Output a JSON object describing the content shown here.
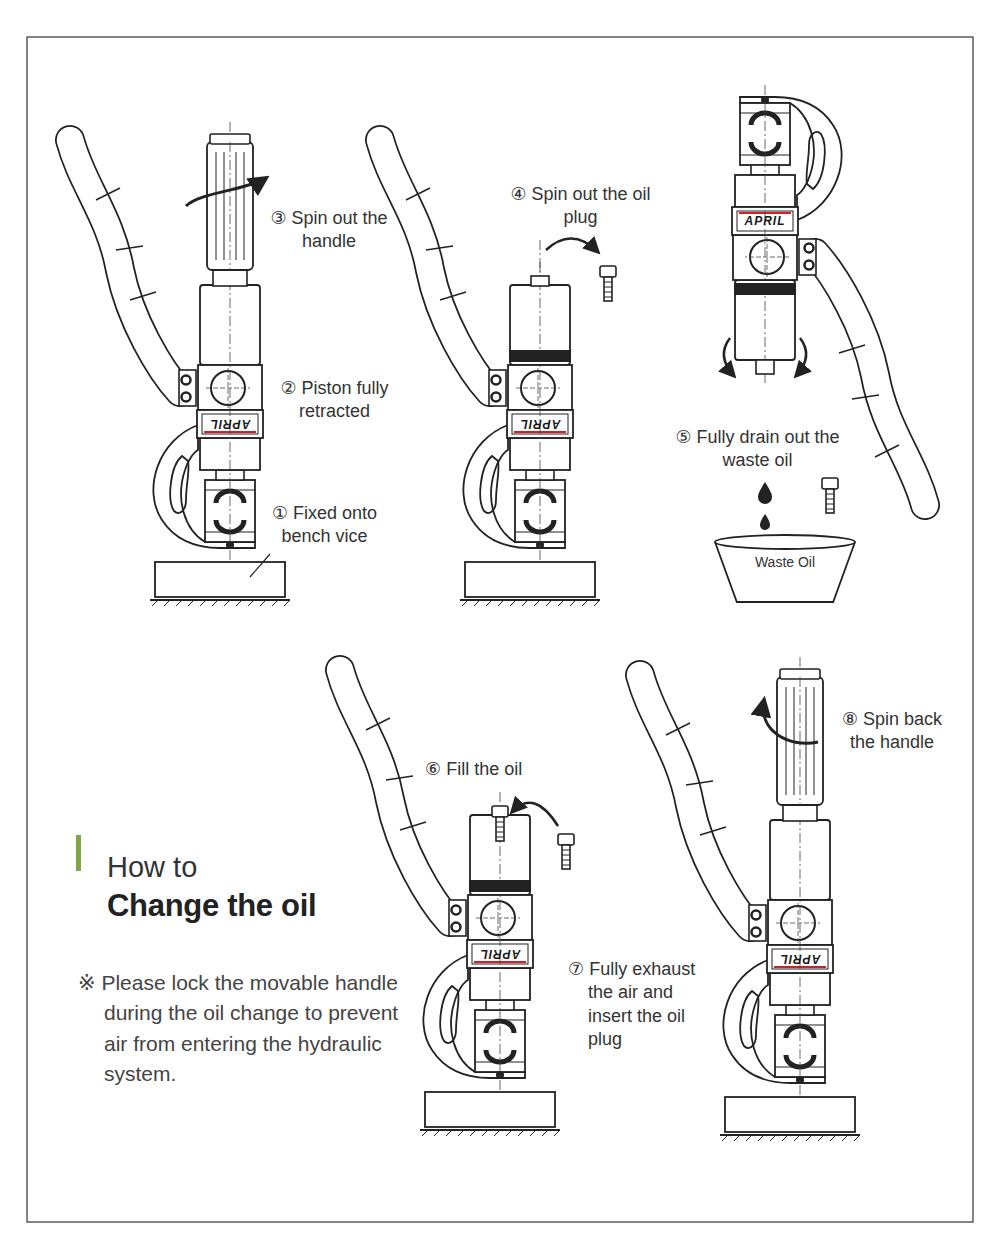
{
  "diagram": {
    "title": "Change the oil",
    "nodes": [
      {
        "text": [
          "Waste Oil"
        ]
      }
    ],
    "labels": [
      "③ Spin out the handle",
      "④ Spin out the oil plug",
      "② Piston fully retracted",
      "APRIL",
      "APRIL",
      "APRIL",
      "⑤ Fully drain out the waste oil",
      "① Fixed onto bench vice",
      "⑧ Spin back the handle",
      "⑥ Fill the oil",
      "How to",
      "⑦ Fully exhaust the air and insert the oil plug",
      "APRIL",
      "APRIL",
      "※ Please lock the movable handle during the oil change to prevent air from entering the hydraulic system."
    ]
  }
}
